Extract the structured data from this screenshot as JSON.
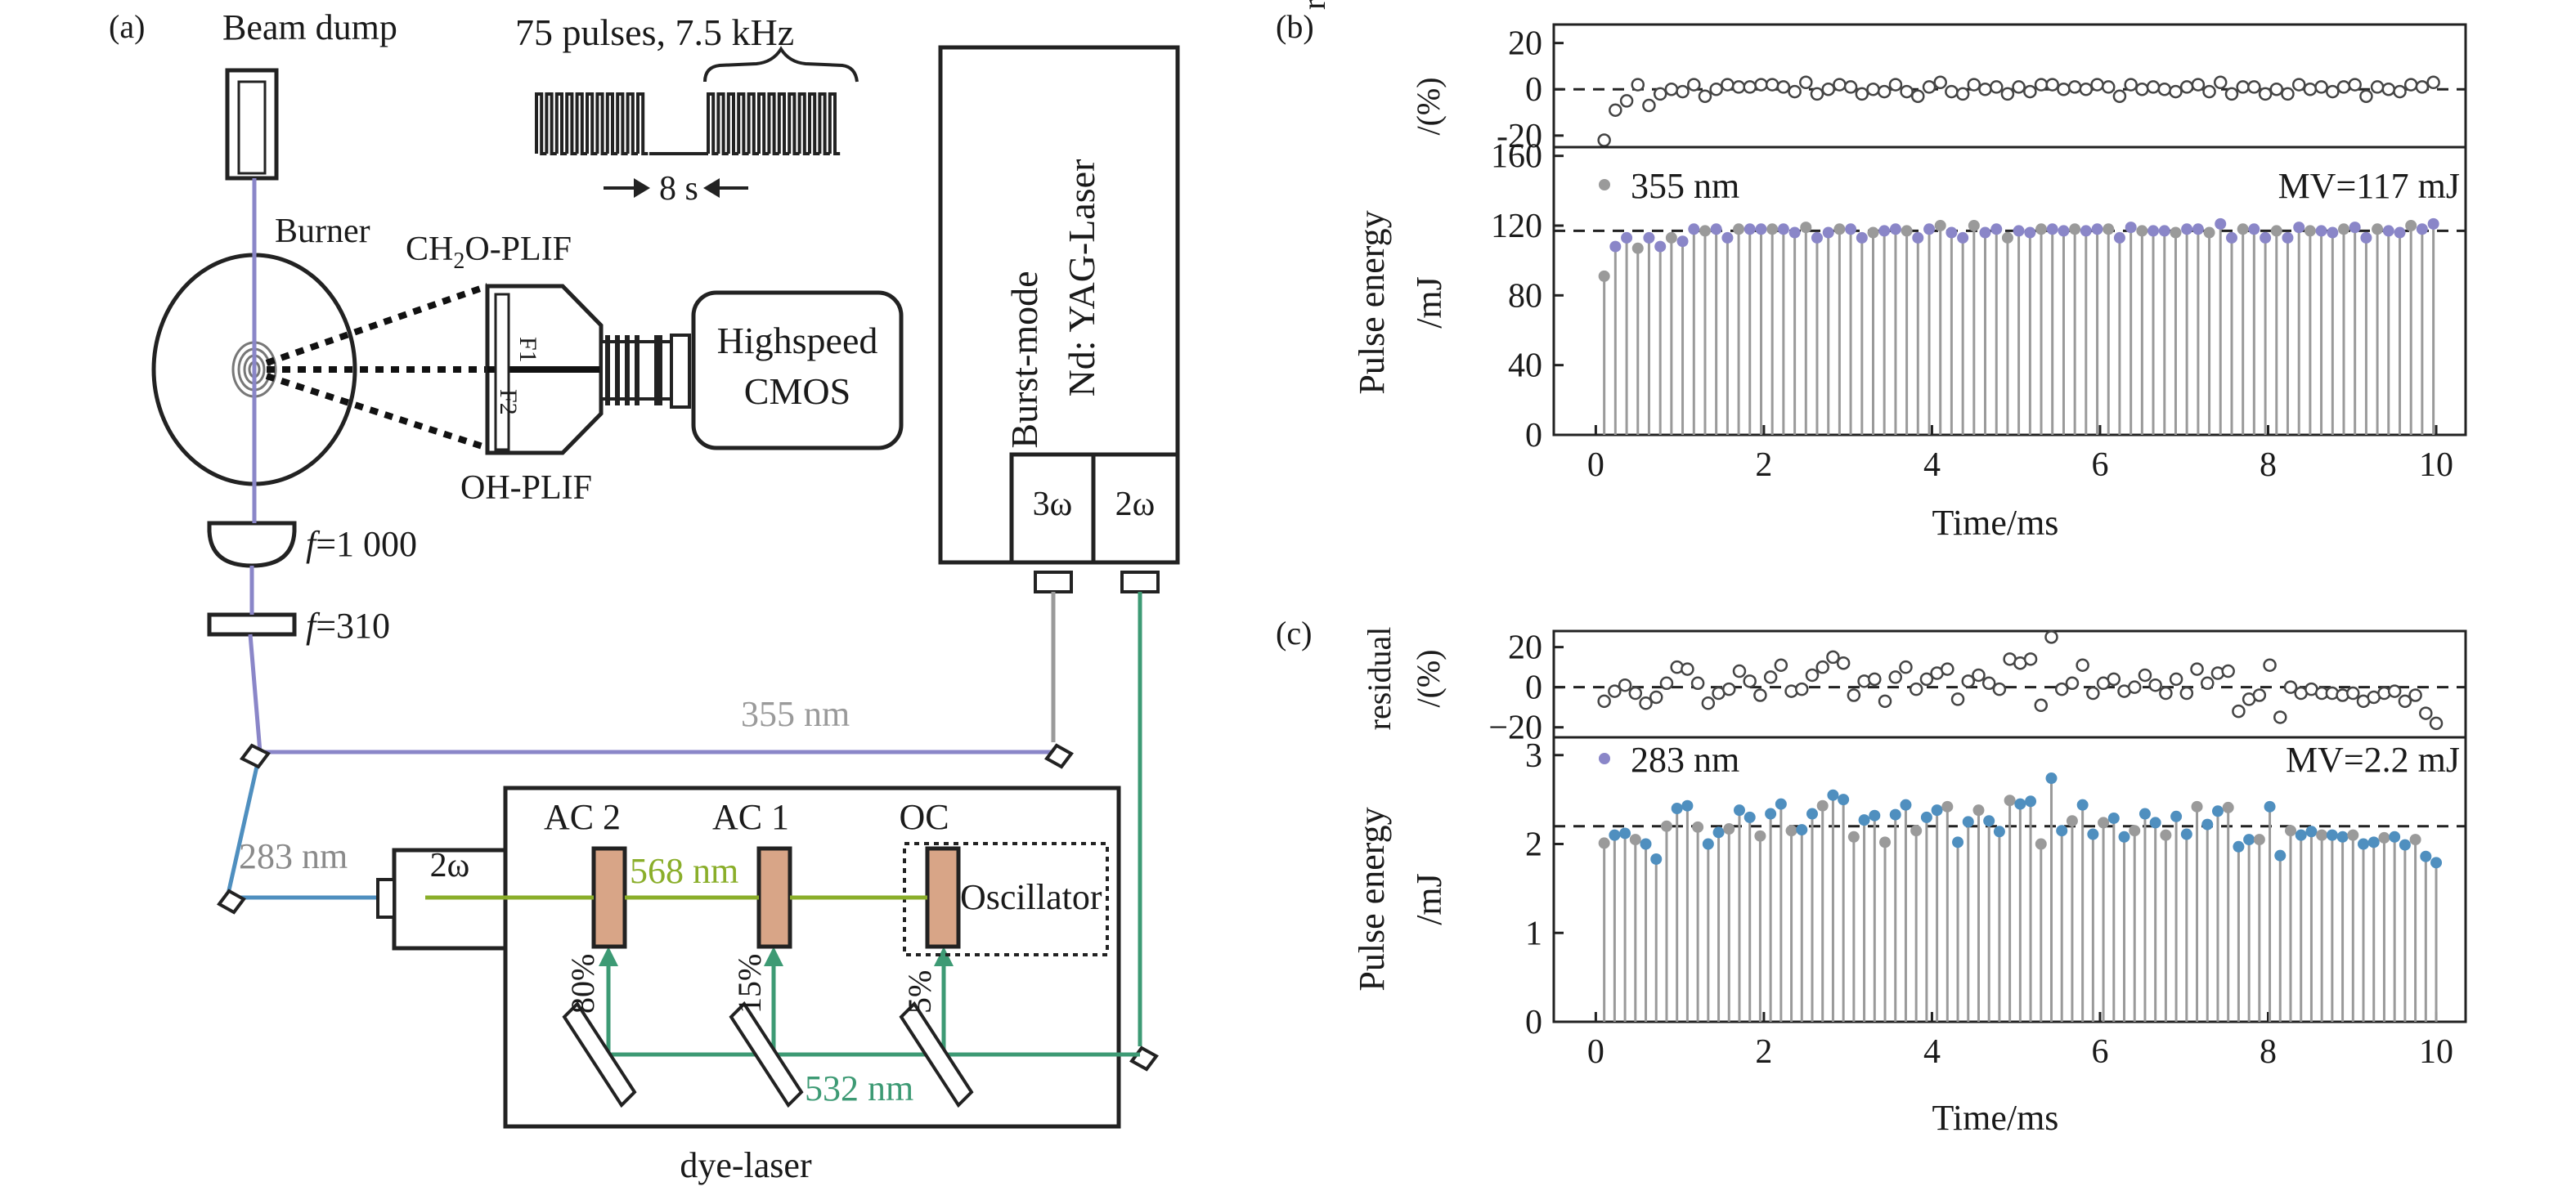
{
  "diagram": {
    "panel_label": "(a)",
    "beam_dump": "Beam dump",
    "pulse_train": {
      "title": "75 pulses, 7.5 kHz",
      "spacing": "8 s"
    },
    "burner": "Burner",
    "ch2o_plif": {
      "main": "CH",
      "sub": "2",
      "rest": "O-PLIF"
    },
    "oh_plif": "OH-PLIF",
    "filter_f1": "F1",
    "filter_f2": "F2",
    "camera": {
      "line1": "Highspeed",
      "line2": "CMOS"
    },
    "yag_laser": {
      "line1": "Burst-mode",
      "line2": "Nd: YAG-Laser"
    },
    "harmonic_3w": "3ω",
    "harmonic_2w": "2ω",
    "lens_1": {
      "f": "f",
      "value": "=1 000"
    },
    "lens_2": {
      "f": "f",
      "value": "=310"
    },
    "beam_355": "355 nm",
    "beam_283": "283 nm",
    "shg_2w": "2ω",
    "ac2": "AC 2",
    "ac1": "AC 1",
    "oc": "OC",
    "beam_568": "568 nm",
    "oscillator": "Oscillator",
    "split_80": "80%",
    "split_15": "15%",
    "split_5": "5%",
    "beam_532": "532 nm",
    "dye_laser": "dye-laser",
    "colors": {
      "uv355": "#8a86c8",
      "uv283": "#4f8fbf",
      "green532": "#3d9a74",
      "yellow568": "#8aae2a",
      "gray355": "#9a9a9a",
      "crystal": "#d8a587"
    }
  },
  "chart_data": [
    {
      "panel": "(b)",
      "type": "scatter",
      "role": "residual",
      "ylabel": "residual /(%)",
      "yticks": [
        "20",
        "0",
        "-20"
      ],
      "ylim": [
        -25,
        28
      ],
      "reference": 0,
      "x": [
        0.1,
        0.233,
        0.367,
        0.5,
        0.633,
        0.767,
        0.9,
        1.033,
        1.167,
        1.3,
        1.433,
        1.567,
        1.7,
        1.833,
        1.967,
        2.1,
        2.233,
        2.367,
        2.5,
        2.633,
        2.767,
        2.9,
        3.033,
        3.167,
        3.3,
        3.433,
        3.567,
        3.7,
        3.833,
        3.967,
        4.1,
        4.233,
        4.367,
        4.5,
        4.633,
        4.767,
        4.9,
        5.033,
        5.167,
        5.3,
        5.433,
        5.567,
        5.7,
        5.833,
        5.967,
        6.1,
        6.233,
        6.367,
        6.5,
        6.633,
        6.767,
        6.9,
        7.033,
        7.167,
        7.3,
        7.433,
        7.567,
        7.7,
        7.833,
        7.967,
        8.1,
        8.233,
        8.367,
        8.5,
        8.633,
        8.767,
        8.9,
        9.033,
        9.167,
        9.3,
        9.433,
        9.567,
        9.7,
        9.833,
        9.967
      ],
      "values": [
        -22,
        -9,
        -5,
        2,
        -7,
        -2,
        0,
        -1,
        2,
        -3,
        0,
        2,
        1,
        1,
        2,
        2,
        1,
        -1,
        3,
        -2,
        0,
        2,
        1,
        -2,
        0,
        -1,
        2,
        -1,
        -3,
        1,
        3,
        -1,
        -2,
        2,
        0,
        1,
        -2,
        1,
        -1,
        2,
        2,
        0,
        1,
        0,
        2,
        1,
        -3,
        2,
        0,
        1,
        0,
        -1,
        1,
        2,
        -1,
        3,
        -2,
        1,
        1,
        -2,
        0,
        -2,
        2,
        0,
        1,
        -1,
        1,
        2,
        -3,
        1,
        0,
        -1,
        2,
        1,
        3
      ]
    },
    {
      "panel": "(b)",
      "type": "scatter",
      "role": "pulse_energy",
      "series": [
        {
          "name": "355 nm",
          "values": [
            91,
            108,
            113,
            107,
            113,
            108,
            113,
            111,
            118,
            117,
            118,
            113,
            118,
            118,
            118,
            118,
            118,
            116,
            119,
            113,
            116,
            118,
            118,
            113,
            116,
            117,
            118,
            117,
            113,
            118,
            120,
            116,
            113,
            120,
            116,
            118,
            113,
            117,
            116,
            118,
            118,
            117,
            118,
            117,
            118,
            118,
            113,
            119,
            117,
            117,
            117,
            116,
            118,
            118,
            116,
            121,
            113,
            118,
            118,
            113,
            117,
            113,
            119,
            117,
            117,
            116,
            118,
            119,
            113,
            118,
            117,
            116,
            120,
            118,
            121
          ]
        }
      ],
      "legend": "355 nm",
      "annotation": "MV=117 mJ",
      "mean": 117,
      "xlabel": "Time/ms",
      "ylabel": "Pulse energy /mJ",
      "xlim": [
        -0.5,
        10.35
      ],
      "ylim": [
        0,
        165
      ],
      "xticks": [
        "0",
        "2",
        "4",
        "6",
        "8",
        "10"
      ],
      "yticks": [
        "0",
        "40",
        "80",
        "120",
        "160"
      ]
    },
    {
      "panel": "(c)",
      "type": "scatter",
      "role": "residual",
      "ylabel": "residual /(%)",
      "yticks": [
        "20",
        "0",
        "−20"
      ],
      "ylim": [
        -25,
        28
      ],
      "reference": 0,
      "values": [
        -7,
        -2,
        1,
        -3,
        -8,
        -5,
        2,
        10,
        9,
        2,
        -8,
        -3,
        -1,
        8,
        3,
        -4,
        5,
        11,
        -2,
        -1,
        6,
        10,
        15,
        12,
        -4,
        3,
        4,
        -7,
        5,
        10,
        -1,
        4,
        7,
        9,
        -6,
        3,
        6,
        2,
        -1,
        14,
        12,
        14,
        -9,
        25,
        -1,
        2,
        11,
        -3,
        2,
        4,
        -2,
        0,
        6,
        1,
        -3,
        4,
        -3,
        9,
        2,
        7,
        8,
        -12,
        -6,
        -4,
        11,
        -15,
        0,
        -3,
        -1,
        -3,
        -3,
        -4,
        -3,
        -7,
        -5,
        -3,
        -2,
        -7,
        -4,
        -13,
        -18
      ]
    },
    {
      "panel": "(c)",
      "type": "scatter",
      "role": "pulse_energy",
      "series": [
        {
          "name": "283 nm",
          "values": [
            2.01,
            2.1,
            2.12,
            2.05,
            2.0,
            1.83,
            2.2,
            2.4,
            2.43,
            2.19,
            2.0,
            2.13,
            2.17,
            2.38,
            2.3,
            2.09,
            2.34,
            2.45,
            2.15,
            2.16,
            2.34,
            2.43,
            2.55,
            2.5,
            2.08,
            2.27,
            2.32,
            2.02,
            2.33,
            2.44,
            2.15,
            2.3,
            2.38,
            2.42,
            2.02,
            2.25,
            2.38,
            2.26,
            2.14,
            2.49,
            2.45,
            2.48,
            2.0,
            2.74,
            2.15,
            2.26,
            2.44,
            2.11,
            2.24,
            2.29,
            2.08,
            2.15,
            2.34,
            2.24,
            2.1,
            2.31,
            2.11,
            2.42,
            2.22,
            2.37,
            2.41,
            1.97,
            2.05,
            2.05,
            2.42,
            1.87,
            2.15,
            2.1,
            2.14,
            2.1,
            2.1,
            2.08,
            2.1,
            2.0,
            2.02,
            2.07,
            2.08,
            1.99,
            2.05,
            1.86,
            1.79
          ]
        }
      ],
      "legend": "283 nm",
      "annotation": "MV=2.2 mJ",
      "mean": 2.2,
      "xlabel": "Time/ms",
      "ylabel": "Pulse energy /mJ",
      "xlim": [
        -0.5,
        10.35
      ],
      "ylim": [
        0,
        3.2
      ],
      "xticks": [
        "0",
        "2",
        "4",
        "6",
        "8",
        "10"
      ],
      "yticks": [
        "0",
        "1",
        "2",
        "3"
      ]
    }
  ]
}
